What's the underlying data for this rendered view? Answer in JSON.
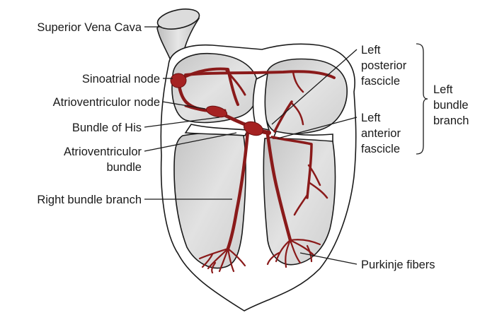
{
  "labels": {
    "superior_vena_cava": "Superior Vena Cava",
    "sinoatrial_node": "Sinoatrial node",
    "atrioventricular_node": "Atrioventriculor node",
    "bundle_of_his": "Bundle of His",
    "atrioventricular_bundle_line1": "Atrioventriculor",
    "atrioventricular_bundle_line2": "bundle",
    "right_bundle_branch": "Right bundle branch",
    "left_posterior_line1": "Left",
    "left_posterior_line2": "posterior",
    "left_posterior_line3": "fascicle",
    "left_anterior_line1": "Left",
    "left_anterior_line2": "anterior",
    "left_anterior_line3": "fascicle",
    "left_bundle_line1": "Left",
    "left_bundle_line2": "bundle",
    "left_bundle_line3": "branch",
    "purkinje_fibers": "Purkinje fibers"
  },
  "colors": {
    "conduction": "#8a1a1a",
    "node": "#a52222",
    "chamber_fill": "#d6d6d6",
    "heart_fill": "#ffffff",
    "outline": "#1a1a1a"
  }
}
